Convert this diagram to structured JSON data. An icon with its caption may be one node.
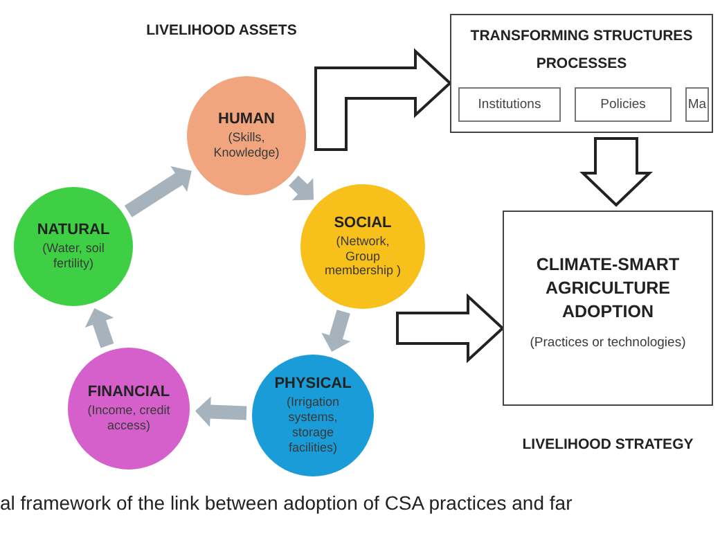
{
  "diagram": {
    "caption": "al framework of the link between adoption of CSA practices and far",
    "nodes": [
      {
        "text": [
          "HUMAN",
          "(Skills, Knowledge)"
        ]
      },
      {
        "text": [
          "SOCIAL",
          "(Network, Group membership )"
        ]
      },
      {
        "text": [
          "PHYSICAL",
          "(Irrigation systems, storage facilities)"
        ]
      },
      {
        "text": [
          "FINANCIAL",
          "(Income, credit access)"
        ]
      },
      {
        "text": [
          "NATURAL",
          "(Water, soil fertility)"
        ]
      },
      {
        "text": [
          "TRANSFORMING STRUCTURES PROCESSES"
        ]
      },
      {
        "text": [
          "Institutions"
        ],
        "in": 5
      },
      {
        "text": [
          "Policies"
        ],
        "in": 5
      },
      {
        "text": [
          "Ma"
        ],
        "in": 5
      },
      {
        "text": [
          "CLIMATE-SMART AGRICULTURE ADOPTION",
          "(Practices or technologies)"
        ],
        "beside": [
          "LIVELIHOOD STRATEGY"
        ]
      }
    ],
    "edges": [
      {
        "from": 0,
        "to": 1,
        "arrow": "to"
      },
      {
        "from": 1,
        "to": 2,
        "arrow": "to"
      },
      {
        "from": 2,
        "to": 3,
        "arrow": "to"
      },
      {
        "from": 3,
        "to": 4,
        "arrow": "to"
      },
      {
        "from": 4,
        "to": 0,
        "arrow": "to"
      },
      {
        "from": 0,
        "to": 5,
        "arrow": "to",
        "style": "thick",
        "color": "#222222"
      },
      {
        "from": 5,
        "to": 9,
        "arrow": "to",
        "style": "thick",
        "color": "#222222"
      },
      {
        "from": null,
        "to": 9,
        "arrow": "to",
        "style": "thick",
        "color": "#222222"
      }
    ],
    "labels": [
      "LIVELIHOOD ASSETS"
    ]
  }
}
